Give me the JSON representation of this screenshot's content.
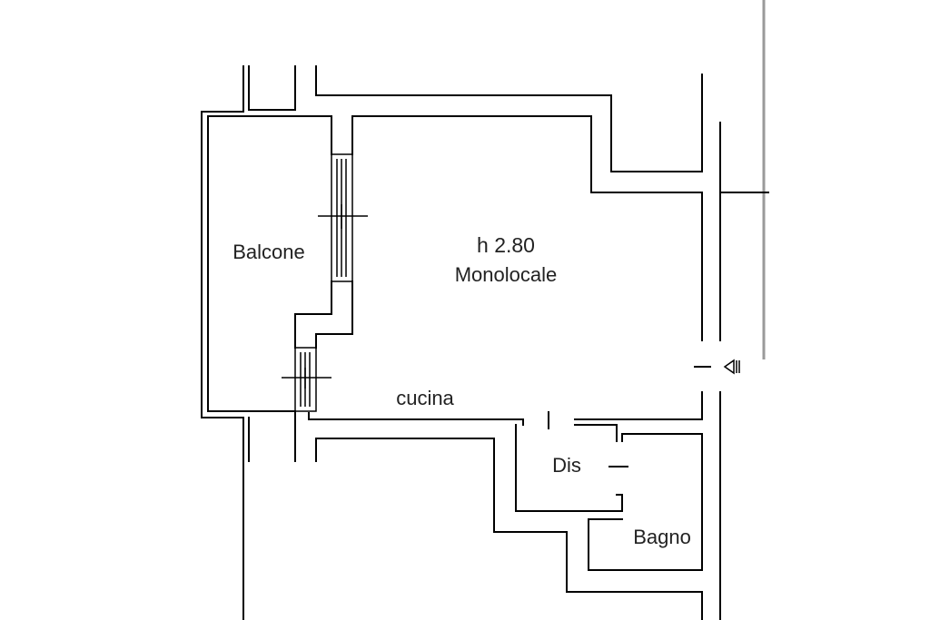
{
  "plan": {
    "height_label": "h 2.80",
    "room_main": "Monolocale",
    "balcony": "Balcone",
    "kitchen": "cucina",
    "hallway": "Dis",
    "bathroom": "Bagno"
  },
  "icons": {
    "entrance": "entrance-arrow-icon",
    "window": "window-icon"
  }
}
